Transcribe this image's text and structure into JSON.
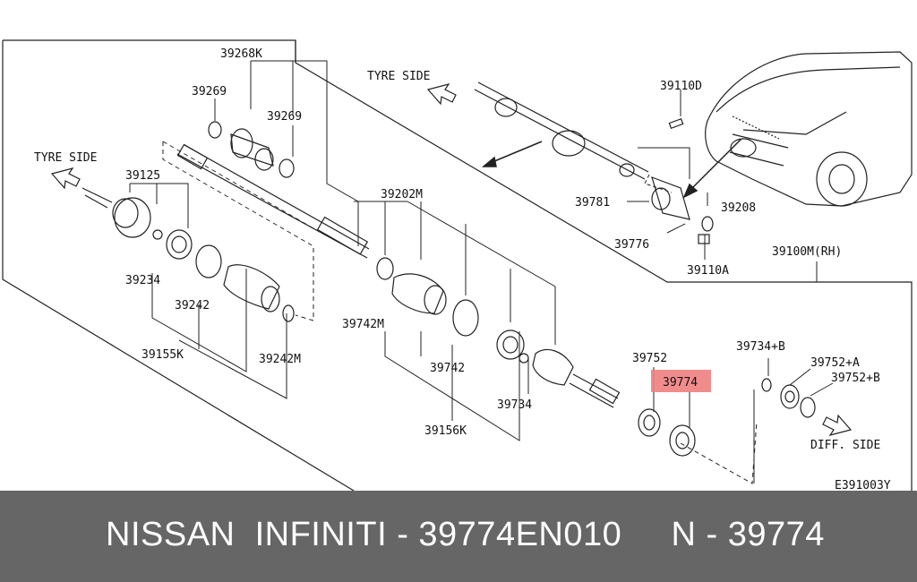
{
  "labels": {
    "tyre_side_top": "TYRE SIDE",
    "tyre_side_left": "TYRE SIDE",
    "diff_side": "DIFF. SIDE",
    "p39268k": "39268K",
    "p39269a": "39269",
    "p39269b": "39269",
    "p39110d": "39110D",
    "p39125": "39125",
    "p39202m": "39202M",
    "p39781": "39781",
    "p39208": "39208",
    "p39776": "39776",
    "p39110a": "39110A",
    "p39100m": "39100M(RH)",
    "p39234": "39234",
    "p39242": "39242",
    "p39742m": "39742M",
    "p39155k": "39155K",
    "p39242m": "39242M",
    "p39742": "39742",
    "p39752": "39752",
    "p39774": "39774",
    "p39734b": "39734+B",
    "p39752a": "39752+A",
    "p39752b": "39752+B",
    "p39734": "39734",
    "p39156k": "39156K",
    "ref_code": "E391003Y"
  },
  "highlight_color": "#f08080",
  "footer": {
    "text": "NISSAN  INFINITI - 39774EN010     N - 39774"
  }
}
